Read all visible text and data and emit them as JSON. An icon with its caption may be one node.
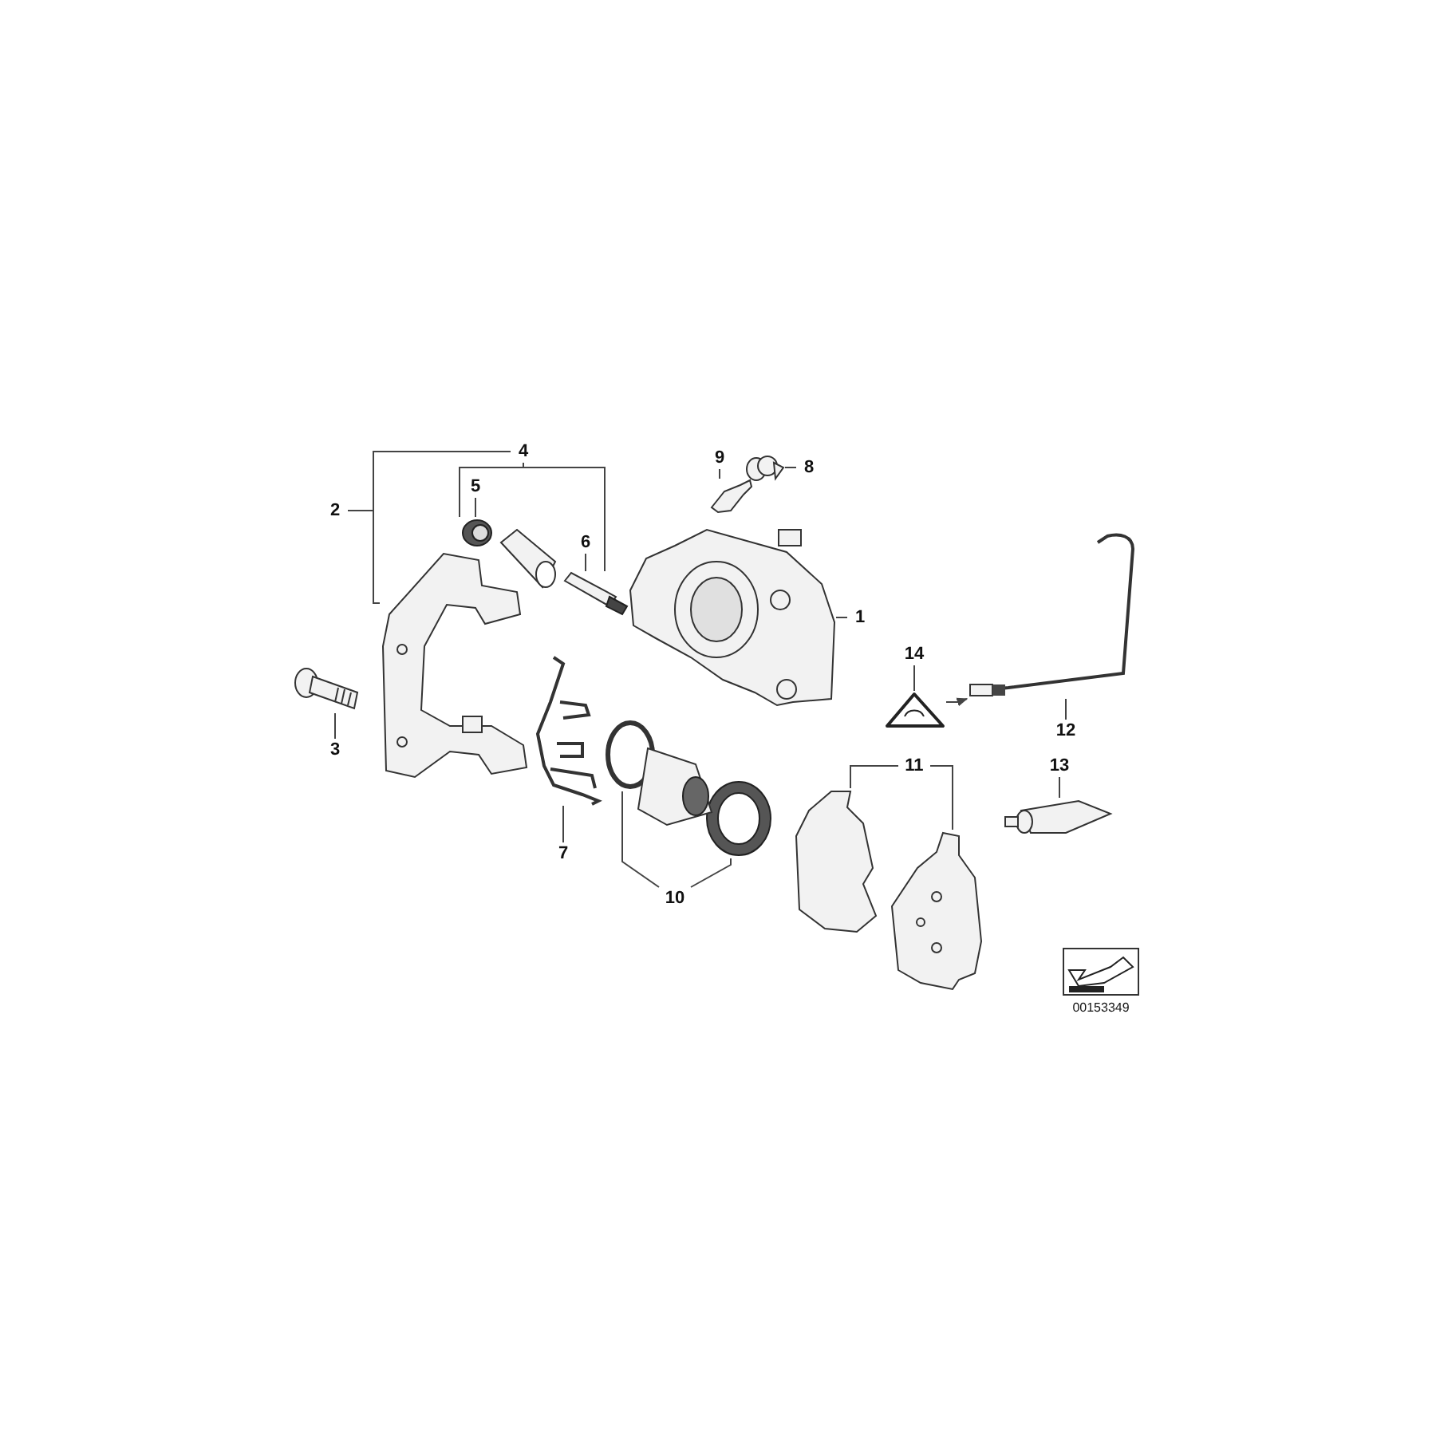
{
  "diagram": {
    "nodes": [
      {
        "text": [
          "4"
        ]
      },
      {
        "text": [
          "2"
        ]
      },
      {
        "text": [
          "5"
        ]
      },
      {
        "text": [
          "6"
        ]
      },
      {
        "text": [
          "9"
        ]
      },
      {
        "text": [
          "8"
        ]
      },
      {
        "text": [
          "1"
        ]
      },
      {
        "text": [
          "3"
        ]
      },
      {
        "text": [
          "7"
        ]
      },
      {
        "text": [
          "10"
        ]
      },
      {
        "text": [
          "14"
        ]
      },
      {
        "text": [
          "12"
        ]
      },
      {
        "text": [
          "11"
        ]
      },
      {
        "text": [
          "13"
        ]
      },
      {
        "text": [],
        "shape": "picture"
      },
      {
        "text": [],
        "shape": "picture"
      },
      {
        "text": [],
        "shape": "picture"
      },
      {
        "text": [],
        "shape": "picture"
      },
      {
        "text": [],
        "shape": "picture"
      },
      {
        "text": [],
        "shape": "picture"
      },
      {
        "text": [],
        "shape": "picture"
      },
      {
        "text": [],
        "shape": "picture"
      },
      {
        "text": [],
        "shape": "circle"
      },
      {
        "text": [],
        "shape": "picture"
      },
      {
        "text": [],
        "shape": "picture"
      },
      {
        "text": [],
        "shape": "picture"
      },
      {
        "text": [],
        "shape": "picture"
      },
      {
        "text": [],
        "shape": "picture"
      },
      {
        "text": [],
        "shape": "picture"
      }
    ],
    "edges": [
      {
        "from": 0,
        "to": 14,
        "arrow": "none"
      },
      {
        "from": 1,
        "to": 14,
        "arrow": "none"
      },
      {
        "from": 0,
        "to": 15,
        "arrow": "none"
      },
      {
        "from": 0,
        "to": 16,
        "arrow": "none"
      },
      {
        "from": 2,
        "to": 15,
        "arrow": "none"
      },
      {
        "from": 3,
        "to": 16,
        "arrow": "none"
      },
      {
        "from": 4,
        "to": 17,
        "arrow": "none"
      },
      {
        "from": 5,
        "to": 18,
        "arrow": "none"
      },
      {
        "from": 6,
        "to": 19,
        "arrow": "none"
      },
      {
        "from": 7,
        "to": 20,
        "arrow": "none"
      },
      {
        "from": 8,
        "to": 21,
        "arrow": "none"
      },
      {
        "from": 9,
        "to": 22,
        "arrow": "none"
      },
      {
        "from": 9,
        "to": 23,
        "arrow": "none"
      },
      {
        "from": 10,
        "to": 24,
        "arrow": "none"
      },
      {
        "from": 11,
        "to": 25,
        "arrow": "none"
      },
      {
        "from": 24,
        "to": 25,
        "arrow": "to"
      },
      {
        "from": 12,
        "to": 26,
        "arrow": "none"
      },
      {
        "from": 12,
        "to": 27,
        "arrow": "none"
      },
      {
        "from": 13,
        "to": 28,
        "arrow": "none"
      }
    ],
    "labels": [
      "00153349"
    ]
  }
}
